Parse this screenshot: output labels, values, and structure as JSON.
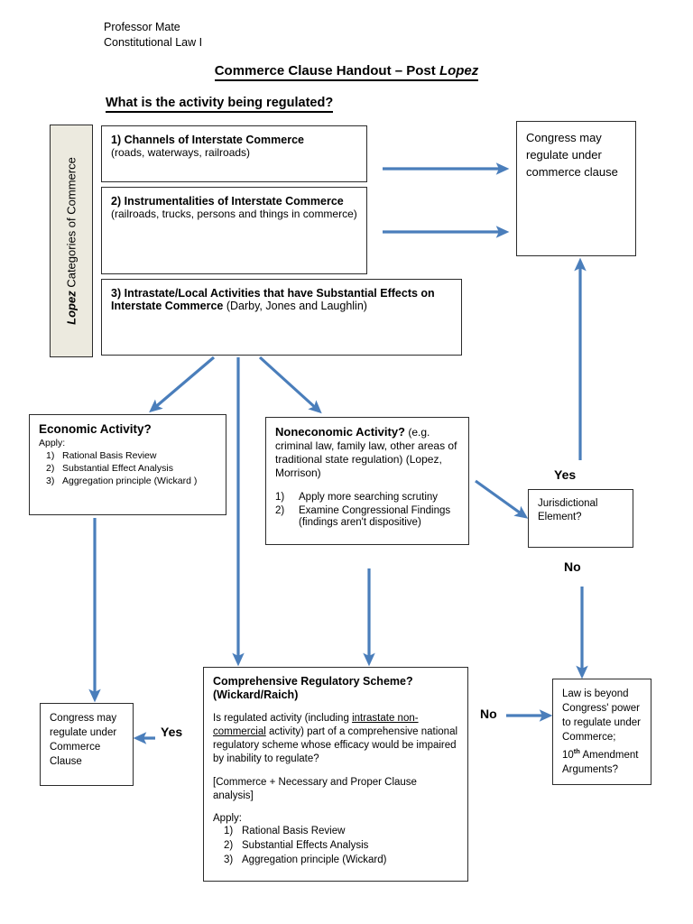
{
  "header": {
    "professor": "Professor Mate",
    "course": "Constitutional Law  I",
    "title_prefix": "Commerce Clause Handout – Post ",
    "title_case": "Lopez",
    "section_question": "What is the activity being regulated?"
  },
  "sidebar": {
    "label_emphasis": "Lopez",
    "label_rest": " Categories of Commerce",
    "background": "#eceadf"
  },
  "categories": [
    {
      "number": "1)",
      "title": "Channels of Interstate Commerce",
      "subtitle": "(roads, waterways, railroads)"
    },
    {
      "number": "2)",
      "title": "Instrumentalities of Interstate Commerce",
      "subtitle": "(railroads, trucks, persons and things in commerce)"
    },
    {
      "number": "3)",
      "title": "Intrastate/Local Activities that have Substantial Effects on Interstate Commerce",
      "note": "(Darby, Jones and Laughlin)"
    }
  ],
  "congress_top": {
    "text": "Congress may regulate under commerce clause"
  },
  "economic": {
    "heading": "Economic Activity?",
    "apply_label": "Apply:",
    "items": [
      {
        "n": "1)",
        "text": "Rational Basis Review"
      },
      {
        "n": "2)",
        "text": "Substantial Effect Analysis"
      },
      {
        "n": "3)",
        "text": "Aggregation principle (Wickard )"
      }
    ]
  },
  "noneconomic": {
    "heading": "Noneconomic Activity?",
    "heading_note": " (e.g. criminal law, family law, other areas of traditional state regulation) (Lopez, Morrison)",
    "items": [
      {
        "n": "1)",
        "text": "Apply more searching scrutiny"
      },
      {
        "n": "2)",
        "text": "Examine Congressional Findings"
      }
    ],
    "continuation": "(findings aren't dispositive)"
  },
  "jurisdictional": {
    "yes_label": "Yes",
    "box_text": "Jurisdictional Element?",
    "no_label": "No"
  },
  "congress_bottom": {
    "text": "Congress may regulate under Commerce Clause",
    "yes_label": "Yes"
  },
  "comprehensive": {
    "heading_line1": "Comprehensive Regulatory Scheme?",
    "heading_line2": "(Wickard/Raich)",
    "body_part1": "Is regulated activity (including ",
    "body_underlined": "intrastate non-commercial",
    "body_part2": " activity) part of a comprehensive national regulatory scheme whose efficacy would be impaired by inability to regulate?",
    "bracket_note": "[Commerce + Necessary and Proper Clause analysis]",
    "apply_label": "Apply:",
    "items": [
      {
        "n": "1)",
        "text": "Rational Basis Review"
      },
      {
        "n": "2)",
        "text": "Substantial Effects Analysis"
      },
      {
        "n": "3)",
        "text": "Aggregation principle (Wickard)"
      }
    ]
  },
  "law_beyond": {
    "no_label": "No",
    "line1": " Law is beyond",
    "line2": "Congress' power",
    "line3": "to regulate under",
    "line4": "Commerce;",
    "line5_num": "10",
    "line5_sup": "th",
    "line5_rest": " Amendment",
    "line6": "Arguments?"
  },
  "style": {
    "arrow_color": "#4a7ebb",
    "box_border": "#2b2b2b"
  }
}
